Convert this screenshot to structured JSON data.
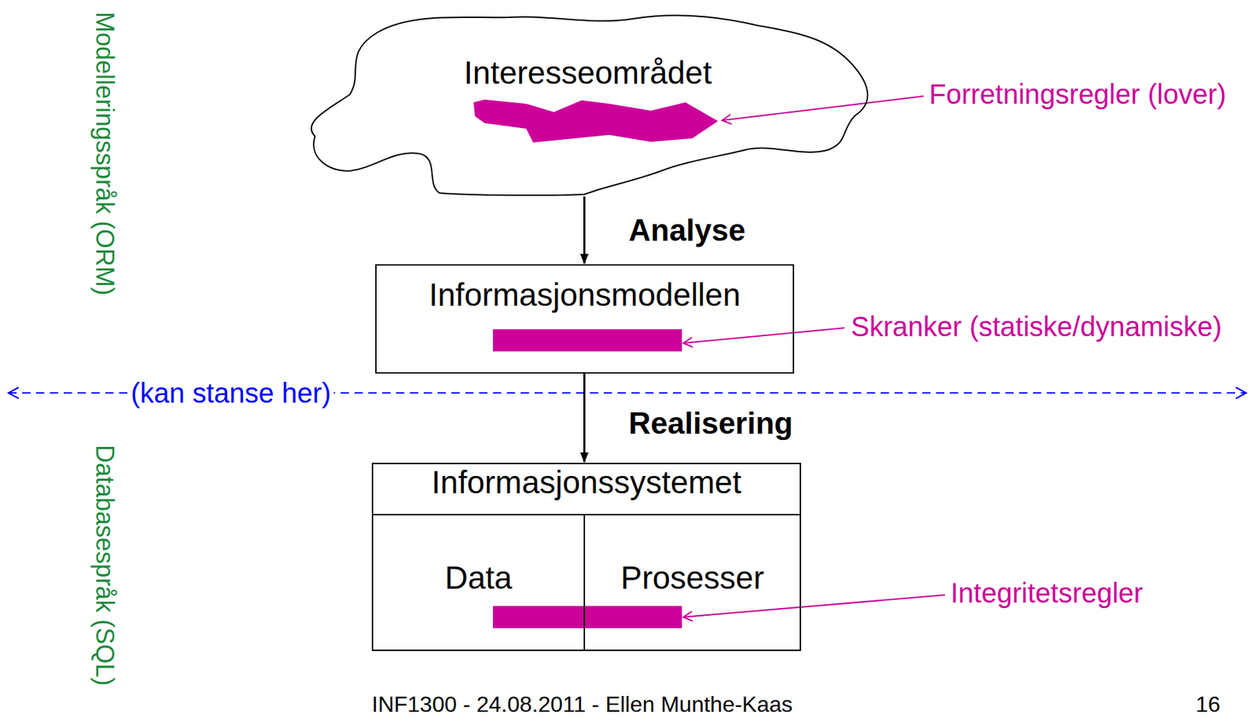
{
  "diagram": {
    "nodes": [
      {
        "text": [
          "Interesseområdet"
        ]
      },
      {
        "text": [
          "Informasjonsmodellen"
        ]
      },
      {
        "text": [
          "Informasjonssystemet"
        ]
      },
      {
        "text": [
          "Data"
        ],
        "in": 2
      },
      {
        "text": [
          "Prosesser"
        ],
        "in": 2
      }
    ],
    "edges": [
      {
        "from": 0,
        "to": 1,
        "arrow": "to",
        "label": "Analyse"
      },
      {
        "from": 1,
        "to": 2,
        "arrow": "to",
        "label": "Realisering"
      }
    ],
    "labels": [
      "Modelleringsspråk (ORM)",
      "Forretningsregler (lover)",
      "Skranker (statiske/dynamiske)",
      "(kan stanse her)",
      "Databasespråk (SQL)",
      "Integritetsregler",
      "INF1300 - 24.08.2011 - Ellen Munthe-Kaas",
      "16"
    ]
  }
}
